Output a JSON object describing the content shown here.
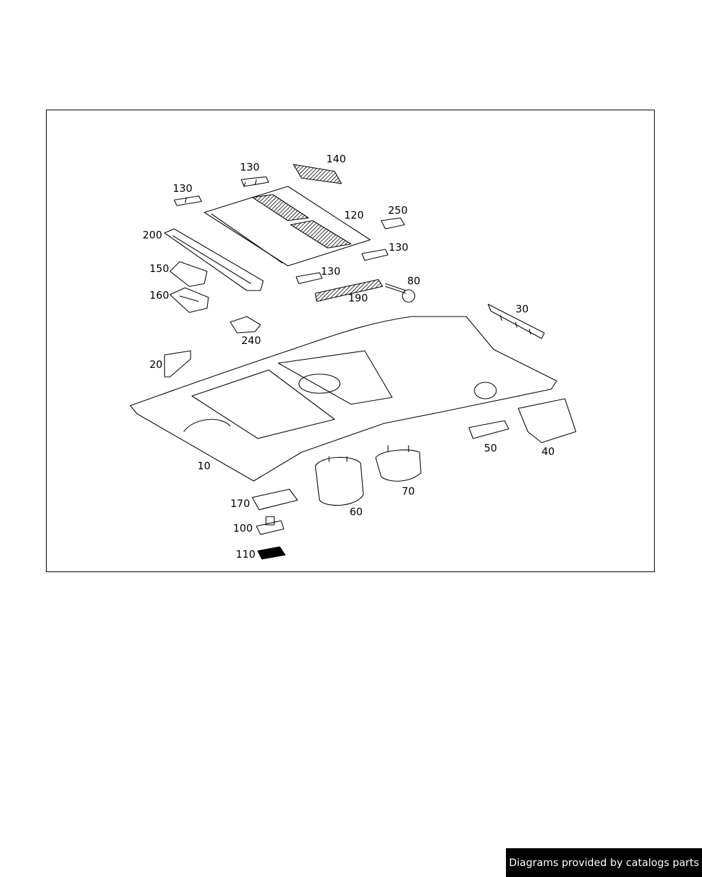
{
  "diagram": {
    "callouts": [
      "140",
      "130",
      "130",
      "120",
      "250",
      "200",
      "130",
      "150",
      "130",
      "80",
      "160",
      "190",
      "30",
      "240",
      "20",
      "10",
      "50",
      "40",
      "70",
      "60",
      "170",
      "100",
      "110"
    ]
  },
  "footer": {
    "credit": "Diagrams provided by catalogs parts"
  }
}
